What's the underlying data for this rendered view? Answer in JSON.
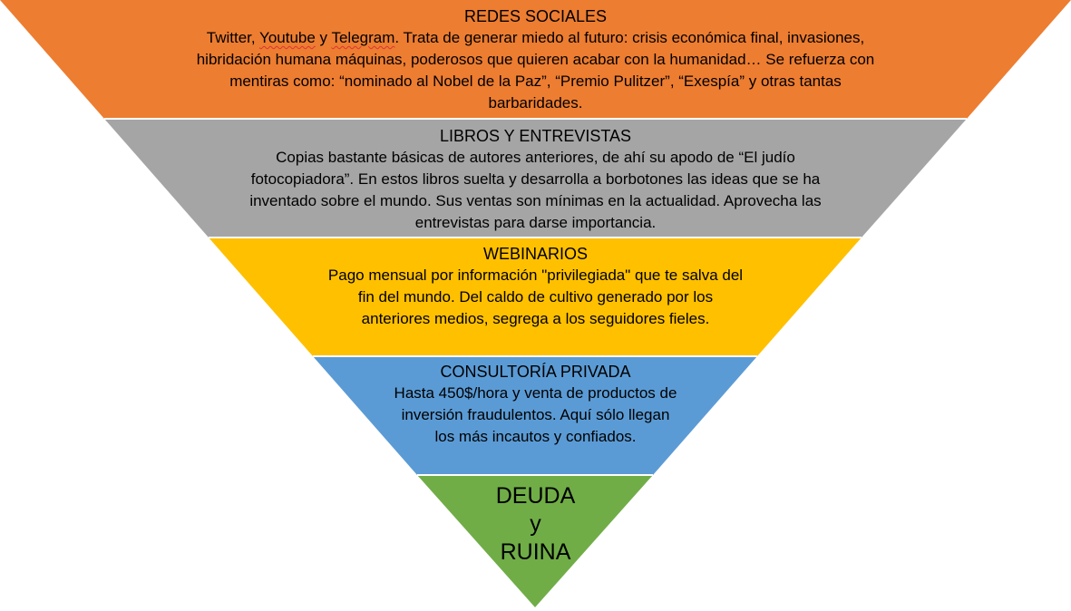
{
  "colors": {
    "redes": "#ED7D31",
    "libros": "#A5A5A5",
    "webinarios": "#FFC000",
    "consultoria": "#5B9BD5",
    "deuda": "#70AD47",
    "separator": "#ffffff"
  },
  "levels": [
    {
      "title": "REDES SOCIALES",
      "body_parts": {
        "twitter": "Twitter, ",
        "youtube": "Youtube",
        "y": " y ",
        "telegram": "Telegram",
        "rest": ". Trata de generar miedo al futuro: crisis económica final, invasiones, hibridación humana máquinas, poderosos que quieren acabar con la humanidad… Se refuerza con mentiras como: “nominado al Nobel de la Paz”, “Premio Pulitzer”, “Exespía” y otras tantas barbaridades."
      }
    },
    {
      "title": "LIBROS Y ENTREVISTAS",
      "body": "Copias bastante básicas de autores anteriores, de ahí su apodo de “El judío fotocopiadora”. En estos libros suelta y desarrolla a borbotones las ideas que se ha inventado sobre el mundo. Sus ventas son mínimas en la actualidad. Aprovecha las entrevistas para darse importancia."
    },
    {
      "title": "WEBINARIOS",
      "body": "Pago mensual por información \"privilegiada\" que te salva del fin del mundo. Del caldo de cultivo generado por los anteriores medios, segrega a los seguidores fieles."
    },
    {
      "title": "CONSULTORÍA PRIVADA",
      "body": "Hasta 450$/hora y venta de productos de inversión fraudulentos.  Aquí sólo llegan los más incautos y confiados."
    }
  ],
  "apex": {
    "line1": "DEUDA",
    "line2": "y",
    "line3": "RUINA"
  }
}
